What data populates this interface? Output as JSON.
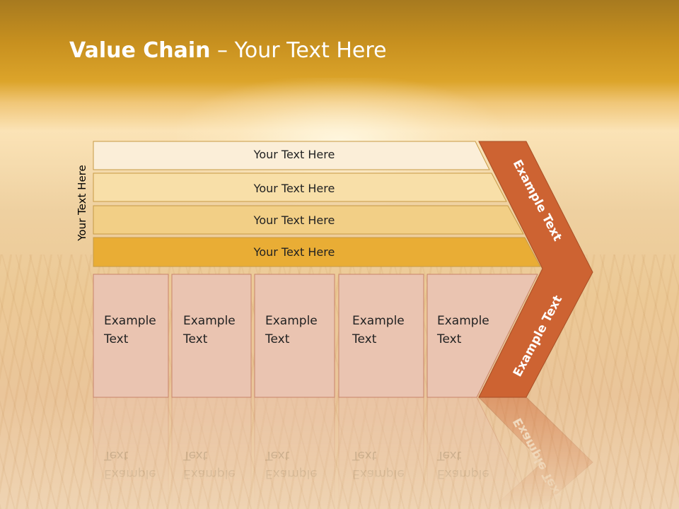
{
  "title": {
    "bold": "Value Chain",
    "rest": " – Your Text Here"
  },
  "side_label": "Your Text Here",
  "rows": [
    {
      "label": "Your Text Here",
      "color": "#fbeed8"
    },
    {
      "label": "Your Text Here",
      "color": "#f8dfa8"
    },
    {
      "label": "Your Text Here",
      "color": "#f2cf86"
    },
    {
      "label": "Your Text Here",
      "color": "#e9ad35"
    }
  ],
  "cells": [
    {
      "line1": "Example",
      "line2": "Text"
    },
    {
      "line1": "Example",
      "line2": "Text"
    },
    {
      "line1": "Example",
      "line2": "Text"
    },
    {
      "line1": "Example",
      "line2": "Text"
    },
    {
      "line1": "Example",
      "line2": "Text"
    }
  ],
  "arrow": {
    "upper_label": "Example Text",
    "lower_label": "Example Text",
    "color": "#cd6332"
  },
  "colors": {
    "cell_fill": "#eac4b1",
    "cell_stroke": "#c8836a",
    "row_stroke": "#c79a45"
  }
}
